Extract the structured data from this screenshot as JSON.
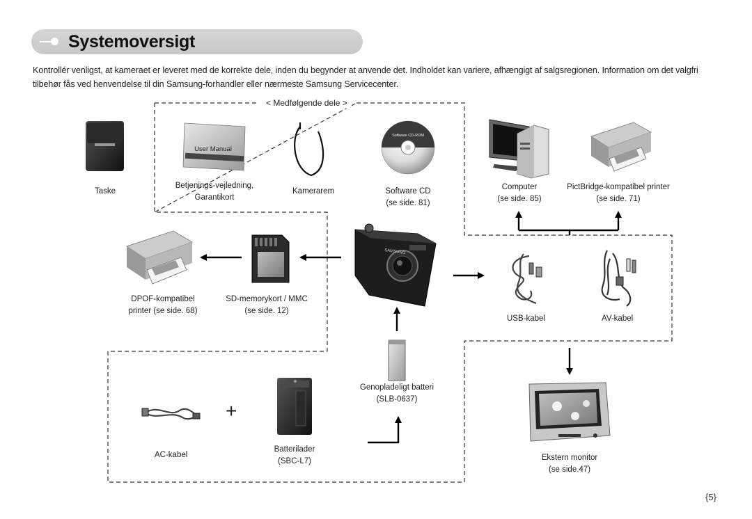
{
  "header": {
    "title": "Systemoversigt"
  },
  "intro": "Kontrollér venligst, at kameraet er leveret med de korrekte dele, inden du begynder at anvende det. Indholdet kan variere, afhængigt af salgsregionen. Information om det valgfri tilbehør fås ved henvendelse til din Samsung-forhandler eller nærmeste Samsung Servicecenter.",
  "included_section": {
    "label": "< Medfølgende dele >"
  },
  "items": {
    "case": {
      "label": "Taske"
    },
    "manual": {
      "line1": "Betjenings-vejledning,",
      "line2": "Garantikort",
      "cover_text": "User Manual"
    },
    "strap": {
      "label": "Kamerarem"
    },
    "software_cd": {
      "line1": "Software CD",
      "line2": "(se side. 81)",
      "disc_text": "Software CD-ROM"
    },
    "computer": {
      "line1": "Computer",
      "line2": "(se side. 85)"
    },
    "pictbridge_printer": {
      "line1": "PictBridge-kompatibel printer",
      "line2": "(se side. 71)"
    },
    "dpof_printer": {
      "line1": "DPOF-kompatibel",
      "line2": "printer (se side. 68)"
    },
    "sd_card": {
      "line1": "SD-memorykort / MMC",
      "line2": "(se side. 12)"
    },
    "usb_cable": {
      "label": "USB-kabel"
    },
    "av_cable": {
      "label": "AV-kabel"
    },
    "battery": {
      "line1": "Genopladeligt batteri",
      "line2": "(SLB-0637)"
    },
    "charger": {
      "line1": "Batterilader",
      "line2": "(SBC-L7)"
    },
    "ac_cable": {
      "label": "AC-kabel"
    },
    "monitor": {
      "line1": "Ekstern monitor",
      "line2": "(se side.47)"
    },
    "camera": {
      "brand_text": "SAMSUNG"
    }
  },
  "plus_sign": "+",
  "page_number": "5"
}
